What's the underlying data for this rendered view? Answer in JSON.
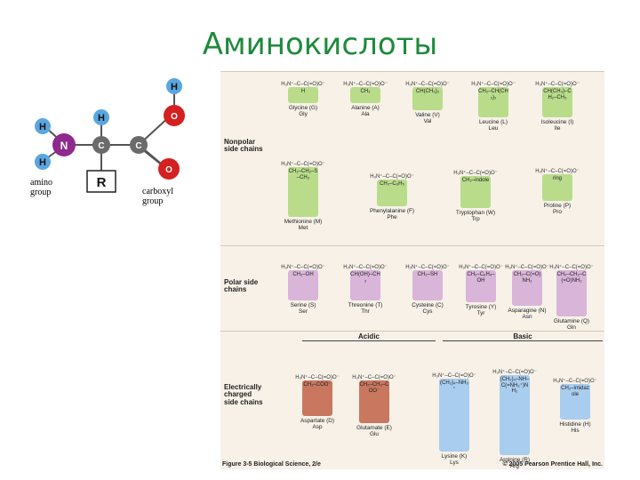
{
  "title": "Аминокислоты",
  "molecule": {
    "atoms": {
      "h": "H",
      "n": "N",
      "c": "C",
      "o": "O",
      "r": "R"
    },
    "labels": {
      "amino": "amino\ngroup",
      "carboxyl": "carboxyl\ngroup"
    },
    "colors": {
      "nitrogen": "#8e2a8e",
      "carbon": "#6b6b6b",
      "oxygen": "#d42020",
      "hydrogen": "#5aa6e0"
    }
  },
  "figure": {
    "rows": {
      "nonpolar": "Nonpolar\nside chains",
      "polar": "Polar side\nchains",
      "charged": "Electrically\ncharged\nside chains"
    },
    "headers": {
      "acidic": "Acidic",
      "basic": "Basic"
    },
    "backbone": "H₃N⁺–C–C(=O)O⁻",
    "colors": {
      "nonpolar": "#b9dc8a",
      "polar": "#d9b5d9",
      "acidic": "#c9775e",
      "basic": "#a9cdee"
    },
    "amino_acids": [
      {
        "name": "Glycine (G)",
        "abbr": "Gly",
        "side": "H",
        "group": "nonpolar"
      },
      {
        "name": "Alanine (A)",
        "abbr": "Ala",
        "side": "CH₃",
        "group": "nonpolar"
      },
      {
        "name": "Valine (V)",
        "abbr": "Val",
        "side": "CH(CH₃)₂",
        "group": "nonpolar"
      },
      {
        "name": "Leucine (L)",
        "abbr": "Leu",
        "side": "CH₂–CH(CH₃)₂",
        "group": "nonpolar"
      },
      {
        "name": "Isoleucine (I)",
        "abbr": "Ile",
        "side": "CH(CH₃)–CH₂–CH₃",
        "group": "nonpolar"
      },
      {
        "name": "Methionine (M)",
        "abbr": "Met",
        "side": "CH₂–CH₂–S–CH₃",
        "group": "nonpolar"
      },
      {
        "name": "Phenylalanine (F)",
        "abbr": "Phe",
        "side": "CH₂–C₆H₅",
        "group": "nonpolar"
      },
      {
        "name": "Tryptophan (W)",
        "abbr": "Trp",
        "side": "CH₂–indole",
        "group": "nonpolar"
      },
      {
        "name": "Proline (P)",
        "abbr": "Pro",
        "side": "ring",
        "group": "nonpolar"
      },
      {
        "name": "Serine (S)",
        "abbr": "Ser",
        "side": "CH₂–OH",
        "group": "polar"
      },
      {
        "name": "Threonine (T)",
        "abbr": "Thr",
        "side": "CH(OH)–CH₃",
        "group": "polar"
      },
      {
        "name": "Cysteine (C)",
        "abbr": "Cys",
        "side": "CH₂–SH",
        "group": "polar"
      },
      {
        "name": "Tyrosine (Y)",
        "abbr": "Tyr",
        "side": "CH₂–C₆H₄–OH",
        "group": "polar"
      },
      {
        "name": "Asparagine (N)",
        "abbr": "Asn",
        "side": "CH₂–C(=O)NH₂",
        "group": "polar"
      },
      {
        "name": "Glutamine (Q)",
        "abbr": "Gln",
        "side": "CH₂–CH₂–C(=O)NH₂",
        "group": "polar"
      },
      {
        "name": "Aspartate (D)",
        "abbr": "Asp",
        "side": "CH₂–COO⁻",
        "group": "acidic"
      },
      {
        "name": "Glutamate (E)",
        "abbr": "Glu",
        "side": "CH₂–CH₂–COO⁻",
        "group": "acidic"
      },
      {
        "name": "Lysine (K)",
        "abbr": "Lys",
        "side": "(CH₂)₄–NH₃⁺",
        "group": "basic"
      },
      {
        "name": "Arginine (R)",
        "abbr": "Arg",
        "side": "(CH₂)₃–NH–C(=NH₂⁺)NH₂",
        "group": "basic"
      },
      {
        "name": "Histidine (H)",
        "abbr": "His",
        "side": "CH₂–imidazole",
        "group": "basic"
      }
    ],
    "caption_left": "Figure 3-5  Biological Science, 2/e",
    "caption_right": "© 2005 Pearson Prentice Hall, Inc."
  }
}
